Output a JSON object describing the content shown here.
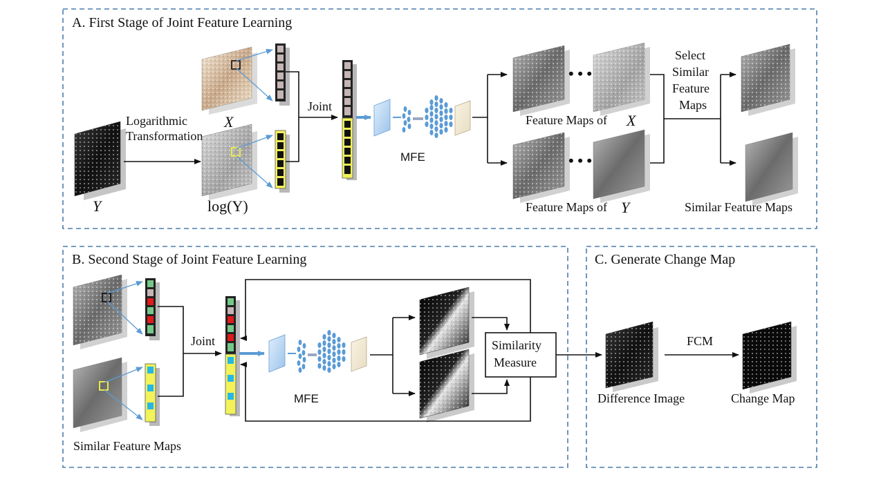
{
  "panels": {
    "a": {
      "title": "A. First Stage of Joint Feature Learning",
      "x_symbol": "X",
      "y_symbol": "Y",
      "log_y": "log(Y)",
      "log_transform_line1": "Logarithmic",
      "log_transform_line2": "Transformation",
      "joint": "Joint",
      "mfe": "MFE",
      "feature_maps_x": "Feature Maps of",
      "feature_maps_y": "Feature Maps of",
      "select_line1": "Select",
      "select_line2": "Similar",
      "select_line3": "Feature",
      "select_line4": "Maps",
      "similar_feature_maps": "Similar Feature Maps",
      "dots": "• • •"
    },
    "b": {
      "title": "B. Second Stage of Joint Feature Learning",
      "joint": "Joint",
      "mfe": "MFE",
      "similarity_line1": "Similarity",
      "similarity_line2": "Measure",
      "similar_feature_maps": "Similar Feature Maps"
    },
    "c": {
      "title": "C. Generate Change Map",
      "fcm": "FCM",
      "difference_image": "Difference Image",
      "change_map": "Change Map"
    }
  },
  "colors": {
    "panel_border": "#4a7bab",
    "arrow_blue": "#5b9bd5",
    "vector_yellow": "#f2f25a",
    "vector_mauve": "#c5b5b5",
    "vector_green": "#76c88a",
    "vector_red": "#e01b1b",
    "vector_cyan": "#27b7e6",
    "mfe_node": "#5b9bd5"
  }
}
